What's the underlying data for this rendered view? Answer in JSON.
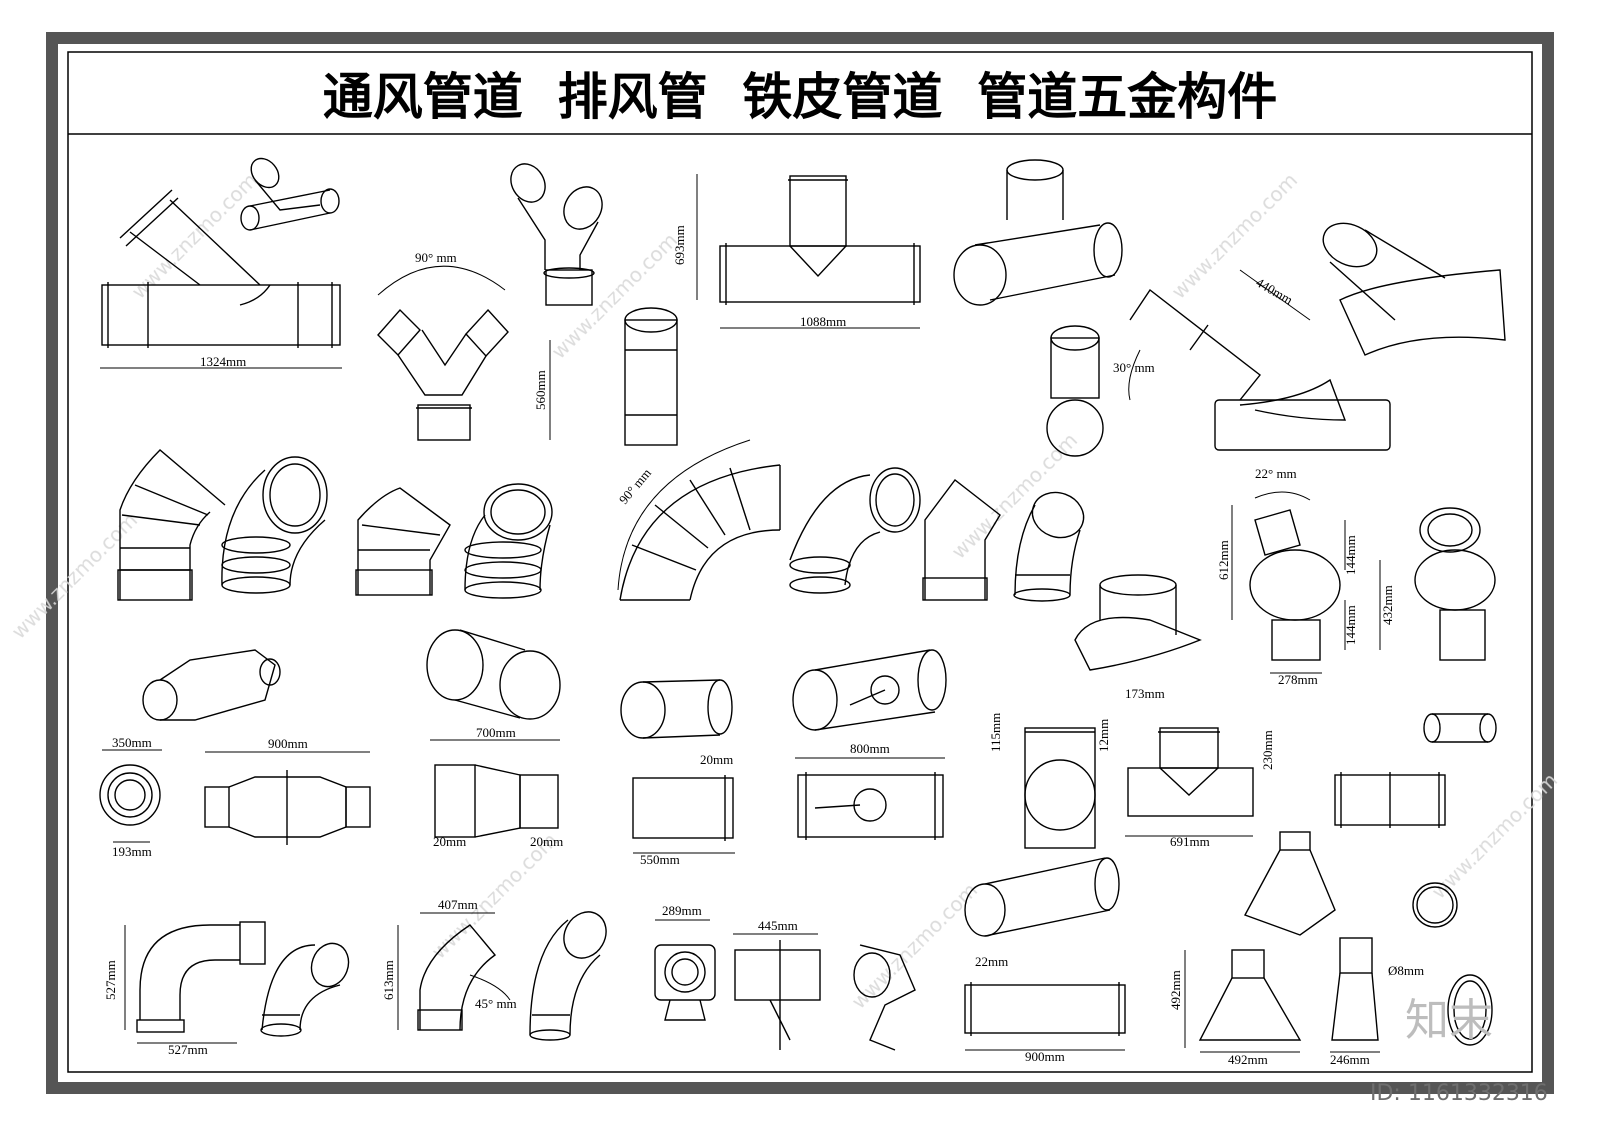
{
  "title": "通风管道  排风管  铁皮管道  管道五金构件",
  "logo": "知末",
  "id_label": "ID: 1161332316",
  "watermark": "www.znzmo.com",
  "dimensions": {
    "d1324": "1324mm",
    "d90mm_a": "90°  mm",
    "d560": "560mm",
    "d693": "693mm",
    "d1088": "1088mm",
    "d440": "440mm",
    "d30": "30°  mm",
    "d90mm_b": "90°  mm",
    "d22": "22°  mm",
    "d612": "612mm",
    "d144a": "144mm",
    "d144b": "144mm",
    "d432": "432mm",
    "d278": "278mm",
    "d350": "350mm",
    "d900a": "900mm",
    "d193": "193mm",
    "d700": "700mm",
    "d20a": "20mm",
    "d20b": "20mm",
    "d20c": "20mm",
    "d550": "550mm",
    "d800": "800mm",
    "d173": "173mm",
    "d115": "115mm",
    "d12": "12mm",
    "d230": "230mm",
    "d691": "691mm",
    "d527a": "527mm",
    "d527b": "527mm",
    "d407": "407mm",
    "d613": "613mm",
    "d45": "45°  mm",
    "d289": "289mm",
    "d445": "445mm",
    "d22mm": "22mm",
    "d900b": "900mm",
    "d492a": "492mm",
    "d492b": "492mm",
    "d246": "246mm",
    "d8": "Ø8mm"
  }
}
